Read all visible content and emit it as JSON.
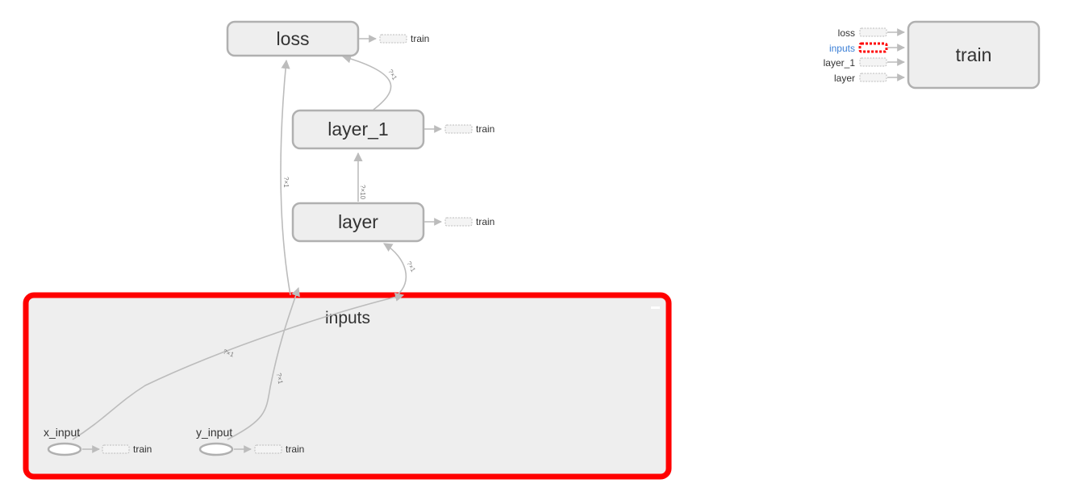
{
  "nodes": {
    "loss": "loss",
    "layer_1": "layer_1",
    "layer": "layer",
    "inputs": "inputs",
    "x_input": "x_input",
    "y_input": "y_input",
    "train": "train"
  },
  "stub_label": "train",
  "edge_labels": {
    "layer_to_layer_1": "?×10",
    "layer_1_to_loss": "?×1",
    "inputs_to_loss": "?×1",
    "inputs_to_layer": "?×1",
    "x_input_edge": "?×1",
    "y_input_edge": "?×1"
  },
  "train_inputs": [
    {
      "label": "loss",
      "highlighted": false
    },
    {
      "label": "inputs",
      "highlighted": true
    },
    {
      "label": "layer_1",
      "highlighted": false
    },
    {
      "label": "layer",
      "highlighted": false
    }
  ],
  "colors": {
    "selection": "#ff0000",
    "highlight_text": "#3b7fd6",
    "node_fill": "#eeeeee",
    "node_stroke": "#b0b0b0",
    "edge": "#bcbcbc"
  }
}
